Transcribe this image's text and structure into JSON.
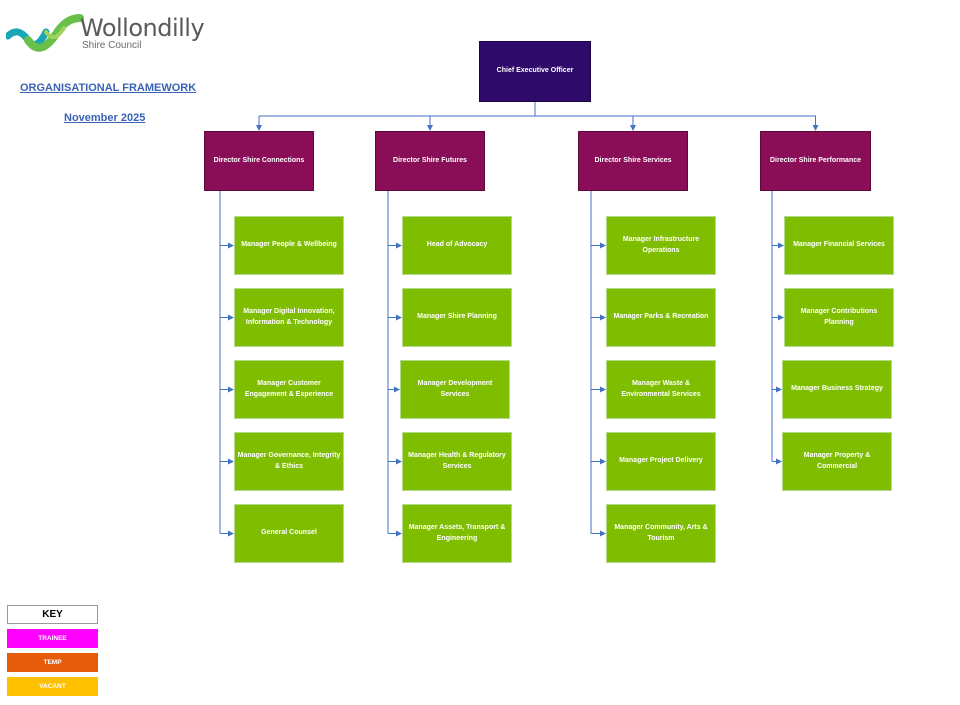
{
  "logo": {
    "name": "Wollondilly",
    "subtitle": "Shire Council"
  },
  "header": {
    "title": "ORGANISATIONAL FRAMEWORK",
    "date": "November 2025"
  },
  "ceo": "Chief Executive Officer",
  "departments": [
    {
      "director": "Director Shire Connections",
      "managers": [
        "Manager People & Wellbeing",
        "Manager Digital Innovation,\nInformation & Technology",
        "Manager Customer\nEngagement & Experience",
        "Manager Governance, Integrity\n& Ethics",
        "General Counsel"
      ]
    },
    {
      "director": "Director Shire Futures",
      "managers": [
        "Head of Advocacy",
        "Manager Shire Planning",
        "Manager Development\nServices",
        "Manager Health & Regulatory\nServices",
        "Manager Assets, Transport &\nEngineering"
      ]
    },
    {
      "director": "Director Shire Services",
      "managers": [
        "Manager Infrastructure\nOperations",
        "Manager Parks & Recreation",
        "Manager Waste &\nEnvironmental Services",
        "Manager Project Delivery",
        "Manager Community, Arts &\nTourism"
      ]
    },
    {
      "director": "Director Shire Performance",
      "managers": [
        "Manager Financial Services",
        "Manager Contributions\nPlanning",
        "Manager Business Strategy",
        "Manager Property &\nCommercial"
      ]
    }
  ],
  "key": {
    "title": "KEY",
    "items": [
      {
        "label": "TRAINEE",
        "color": "#ff00ff"
      },
      {
        "label": "TEMP",
        "color": "#e65c0a"
      },
      {
        "label": "VACANT",
        "color": "#ffc000"
      }
    ]
  },
  "colors": {
    "ceo": "#2e0b6b",
    "director": "#8a0d57",
    "manager": "#7fbd00",
    "connector": "#4472c4"
  }
}
